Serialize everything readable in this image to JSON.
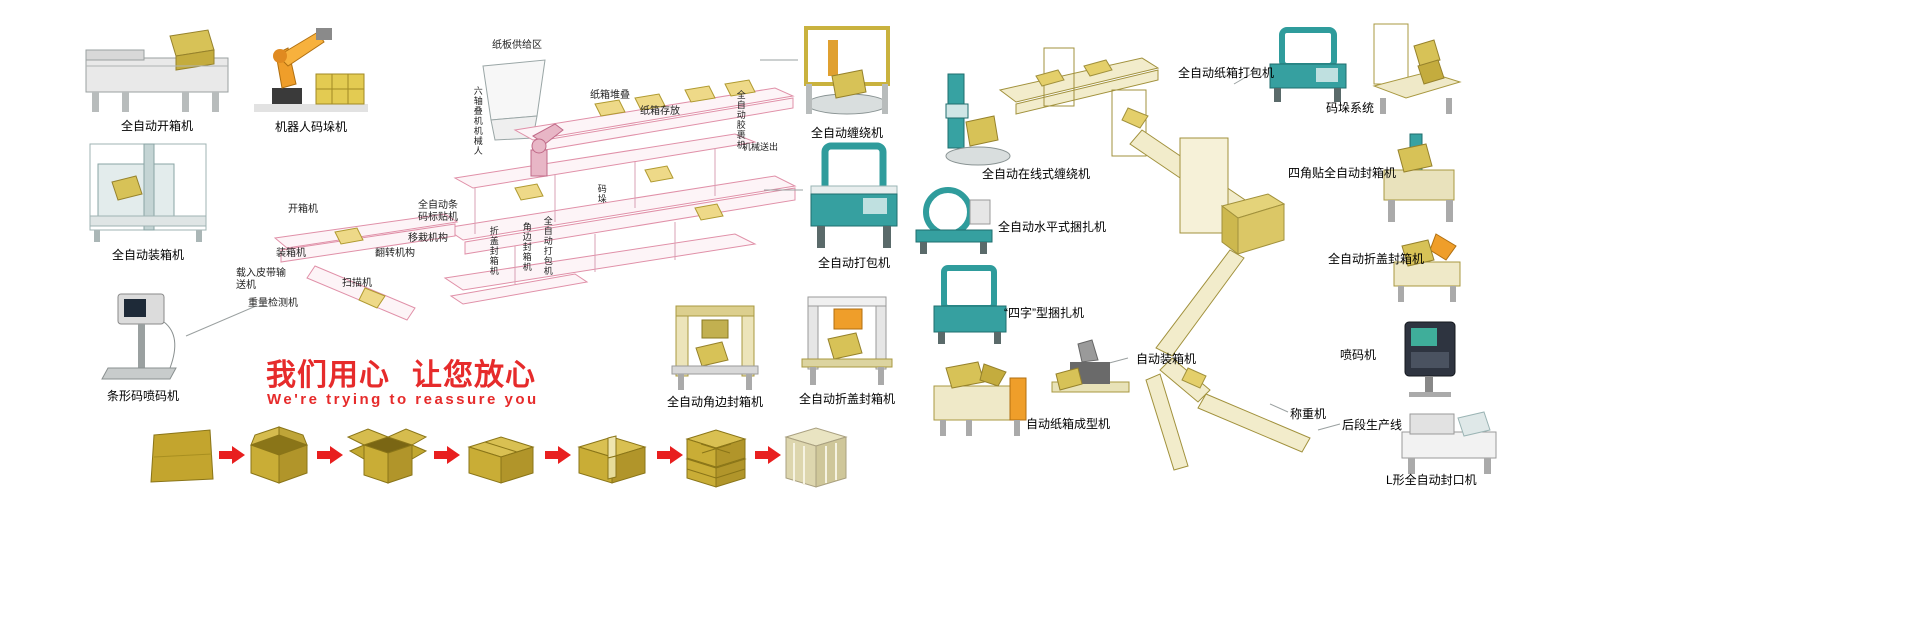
{
  "slogan": {
    "cn_left": "我们用心",
    "cn_right": "让您放心",
    "en": "We're trying to reassure you"
  },
  "left_machines": [
    {
      "icon": "carton-opener-machine",
      "label": "全自动开箱机"
    },
    {
      "icon": "robot-palletizer",
      "label": "机器人码垛机"
    },
    {
      "icon": "case-packer-machine",
      "label": "全自动装箱机"
    },
    {
      "icon": "barcode-inkjet-printer",
      "label": "条形码喷码机"
    }
  ],
  "mid_machines": [
    {
      "icon": "wrapping-machine",
      "label": "全自动缠绕机"
    },
    {
      "icon": "strapping-machine",
      "label": "全自动打包机"
    },
    {
      "icon": "corner-edge-sealing-machine",
      "label": "全自动角边封箱机"
    },
    {
      "icon": "flap-fold-sealing-machine",
      "label": "全自动折盖封箱机"
    }
  ],
  "right_machines": [
    {
      "icon": "inline-wrapping-machine",
      "label": "全自动在线式缠绕机"
    },
    {
      "icon": "horizontal-strapping-machine",
      "label": "全自动水平式捆扎机"
    },
    {
      "icon": "four-type-strapping-machine",
      "label": "“四字”型捆扎机"
    },
    {
      "icon": "auto-case-packer",
      "label": "自动装箱机"
    },
    {
      "icon": "carton-forming-machine",
      "label": "自动纸箱成型机"
    },
    {
      "icon": "carton-strapping-machine",
      "label": "全自动纸箱打包机"
    },
    {
      "icon": "palletizing-system",
      "label": "码垛系统"
    },
    {
      "icon": "four-corner-sealing-machine",
      "label": "四角贴全自动封箱机"
    },
    {
      "icon": "flap-fold-sealing-machine",
      "label": "全自动折盖封箱机"
    },
    {
      "icon": "inkjet-coder",
      "label": "喷码机"
    },
    {
      "icon": "weighing-machine",
      "label": "称重机"
    },
    {
      "icon": "backend-production-line",
      "label": "后段生产线"
    },
    {
      "icon": "l-type-sealing-machine",
      "label": "L形全自动封口机"
    }
  ],
  "diagram_labels": [
    "纸板供给区",
    "六轴叠机机械人",
    "纸箱堆叠",
    "纸箱存放",
    "全自动胶裹机",
    "机械送出",
    "开箱机",
    "装箱机",
    "全自动条码标贴机",
    "移栽机构",
    "翻转机构",
    "折盖封箱机",
    "角边封箱机",
    "全自动打包机",
    "码垛",
    "载入皮带输送机",
    "扫描机",
    "重量检测机"
  ],
  "process_steps": [
    "carton-blank",
    "carton-erected",
    "carton-flaps-open",
    "carton-closed",
    "carton-sealed",
    "carton-palletized",
    "pallet-wrapped"
  ]
}
